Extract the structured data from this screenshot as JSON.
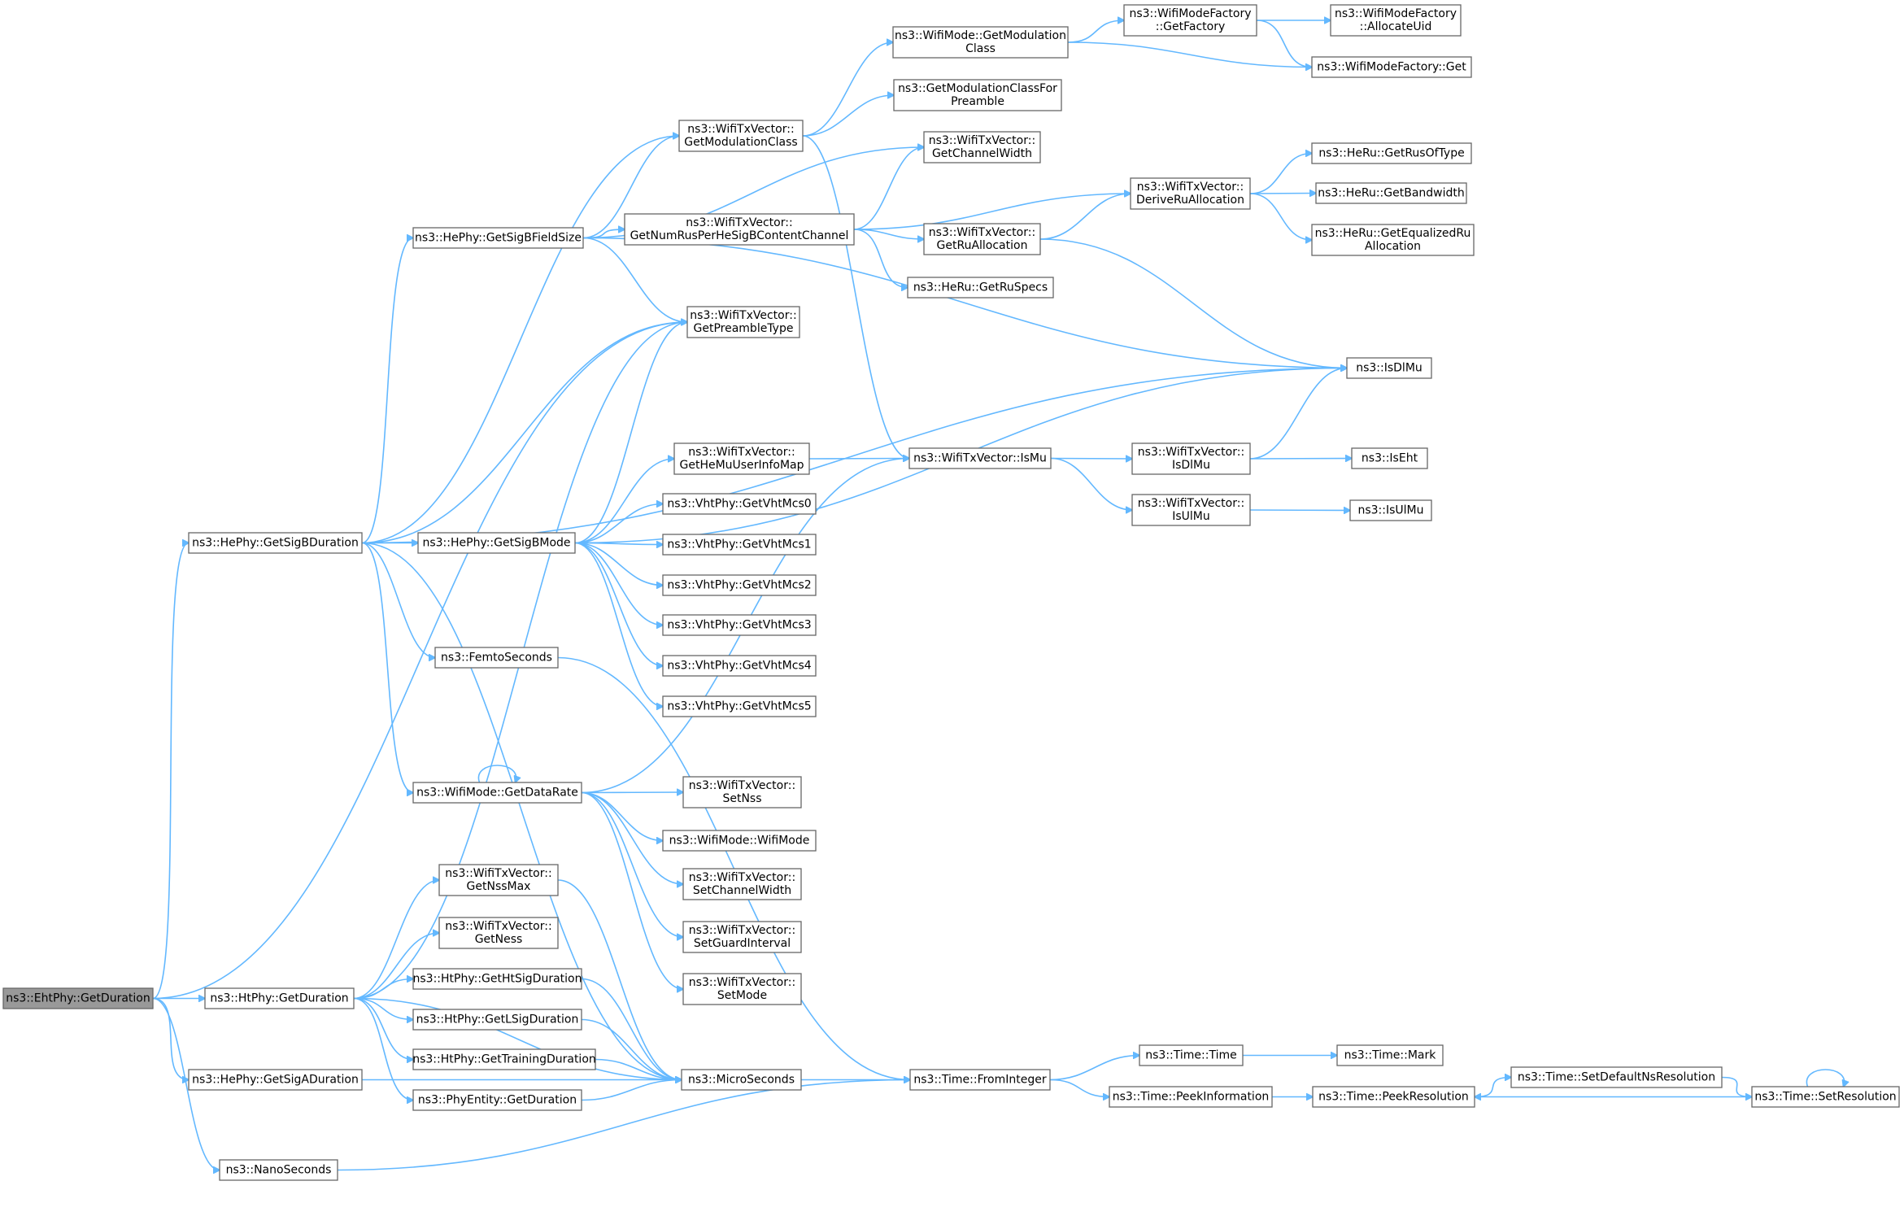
{
  "diagram": {
    "type": "call-graph",
    "root": "EhtGetDuration",
    "colors": {
      "edge": "#63b8ff",
      "node_border": "#666666",
      "root_fill": "#999999",
      "node_fill": "#ffffff"
    },
    "nodes": [
      {
        "id": "EhtGetDuration",
        "lines": [
          "ns3::EhtPhy::GetDuration"
        ]
      },
      {
        "id": "HeGetSigBDuration",
        "lines": [
          "ns3::HePhy::GetSigBDuration"
        ]
      },
      {
        "id": "HtGetDuration",
        "lines": [
          "ns3::HtPhy::GetDuration"
        ]
      },
      {
        "id": "HeGetSigADuration",
        "lines": [
          "ns3::HePhy::GetSigADuration"
        ]
      },
      {
        "id": "NanoSeconds",
        "lines": [
          "ns3::NanoSeconds"
        ]
      },
      {
        "id": "HeGetSigBFieldSize",
        "lines": [
          "ns3::HePhy::GetSigBFieldSize"
        ]
      },
      {
        "id": "HeGetSigBMode",
        "lines": [
          "ns3::HePhy::GetSigBMode"
        ]
      },
      {
        "id": "FemtoSeconds",
        "lines": [
          "ns3::FemtoSeconds"
        ]
      },
      {
        "id": "WifiModeGetDataRate",
        "lines": [
          "ns3::WifiMode::GetDataRate"
        ]
      },
      {
        "id": "TxGetNssMax",
        "lines": [
          "ns3::WifiTxVector::",
          "GetNssMax"
        ]
      },
      {
        "id": "TxGetNess",
        "lines": [
          "ns3::WifiTxVector::",
          "GetNess"
        ]
      },
      {
        "id": "HtGetHtSigDuration",
        "lines": [
          "ns3::HtPhy::GetHtSigDuration"
        ]
      },
      {
        "id": "HtGetLSigDuration",
        "lines": [
          "ns3::HtPhy::GetLSigDuration"
        ]
      },
      {
        "id": "HtGetTrainingDuration",
        "lines": [
          "ns3::HtPhy::GetTrainingDuration"
        ]
      },
      {
        "id": "PhyEntityGetDuration",
        "lines": [
          "ns3::PhyEntity::GetDuration"
        ]
      },
      {
        "id": "TxGetModulationClass",
        "lines": [
          "ns3::WifiTxVector::",
          "GetModulationClass"
        ]
      },
      {
        "id": "TxGetNumRus",
        "lines": [
          "ns3::WifiTxVector::",
          "GetNumRusPerHeSigBContentChannel"
        ]
      },
      {
        "id": "TxGetPreambleType",
        "lines": [
          "ns3::WifiTxVector::",
          "GetPreambleType"
        ]
      },
      {
        "id": "TxGetHeMuUserInfoMap",
        "lines": [
          "ns3::WifiTxVector::",
          "GetHeMuUserInfoMap"
        ]
      },
      {
        "id": "VhtMcs0",
        "lines": [
          "ns3::VhtPhy::GetVhtMcs0"
        ]
      },
      {
        "id": "VhtMcs1",
        "lines": [
          "ns3::VhtPhy::GetVhtMcs1"
        ]
      },
      {
        "id": "VhtMcs2",
        "lines": [
          "ns3::VhtPhy::GetVhtMcs2"
        ]
      },
      {
        "id": "VhtMcs3",
        "lines": [
          "ns3::VhtPhy::GetVhtMcs3"
        ]
      },
      {
        "id": "VhtMcs4",
        "lines": [
          "ns3::VhtPhy::GetVhtMcs4"
        ]
      },
      {
        "id": "VhtMcs5",
        "lines": [
          "ns3::VhtPhy::GetVhtMcs5"
        ]
      },
      {
        "id": "TxSetNss",
        "lines": [
          "ns3::WifiTxVector::",
          "SetNss"
        ]
      },
      {
        "id": "WifiModeWifiMode",
        "lines": [
          "ns3::WifiMode::WifiMode"
        ]
      },
      {
        "id": "TxSetChannelWidth",
        "lines": [
          "ns3::WifiTxVector::",
          "SetChannelWidth"
        ]
      },
      {
        "id": "TxSetGuardInterval",
        "lines": [
          "ns3::WifiTxVector::",
          "SetGuardInterval"
        ]
      },
      {
        "id": "TxSetMode",
        "lines": [
          "ns3::WifiTxVector::",
          "SetMode"
        ]
      },
      {
        "id": "MicroSeconds",
        "lines": [
          "ns3::MicroSeconds"
        ]
      },
      {
        "id": "WifiModeGetModClass",
        "lines": [
          "ns3::WifiMode::GetModulation",
          "Class"
        ]
      },
      {
        "id": "GetModClassForPreamble",
        "lines": [
          "ns3::GetModulationClassFor",
          "Preamble"
        ]
      },
      {
        "id": "TxGetChannelWidth",
        "lines": [
          "ns3::WifiTxVector::",
          "GetChannelWidth"
        ]
      },
      {
        "id": "TxGetRuAllocation",
        "lines": [
          "ns3::WifiTxVector::",
          "GetRuAllocation"
        ]
      },
      {
        "id": "HeRuGetRuSpecs",
        "lines": [
          "ns3::HeRu::GetRuSpecs"
        ]
      },
      {
        "id": "TxIsMu",
        "lines": [
          "ns3::WifiTxVector::IsMu"
        ]
      },
      {
        "id": "TimeFromInteger",
        "lines": [
          "ns3::Time::FromInteger"
        ]
      },
      {
        "id": "FactoryGetFactory",
        "lines": [
          "ns3::WifiModeFactory",
          "::GetFactory"
        ]
      },
      {
        "id": "TxDeriveRuAllocation",
        "lines": [
          "ns3::WifiTxVector::",
          "DeriveRuAllocation"
        ]
      },
      {
        "id": "TxIsDlMu",
        "lines": [
          "ns3::WifiTxVector::",
          "IsDlMu"
        ]
      },
      {
        "id": "TxIsUlMu",
        "lines": [
          "ns3::WifiTxVector::",
          "IsUlMu"
        ]
      },
      {
        "id": "TimeTime",
        "lines": [
          "ns3::Time::Time"
        ]
      },
      {
        "id": "TimePeekInformation",
        "lines": [
          "ns3::Time::PeekInformation"
        ]
      },
      {
        "id": "FactoryAllocateUid",
        "lines": [
          "ns3::WifiModeFactory",
          "::AllocateUid"
        ]
      },
      {
        "id": "FactoryGet",
        "lines": [
          "ns3::WifiModeFactory::Get"
        ]
      },
      {
        "id": "HeRuGetRusOfType",
        "lines": [
          "ns3::HeRu::GetRusOfType"
        ]
      },
      {
        "id": "HeRuGetBandwidth",
        "lines": [
          "ns3::HeRu::GetBandwidth"
        ]
      },
      {
        "id": "HeRuGetEqualizedRu",
        "lines": [
          "ns3::HeRu::GetEqualizedRu",
          "Allocation"
        ]
      },
      {
        "id": "IsDlMu",
        "lines": [
          "ns3::IsDlMu"
        ]
      },
      {
        "id": "IsEht",
        "lines": [
          "ns3::IsEht"
        ]
      },
      {
        "id": "IsUlMu",
        "lines": [
          "ns3::IsUlMu"
        ]
      },
      {
        "id": "TimeMark",
        "lines": [
          "ns3::Time::Mark"
        ]
      },
      {
        "id": "TimePeekResolution",
        "lines": [
          "ns3::Time::PeekResolution"
        ]
      },
      {
        "id": "TimeSetDefaultNsResolution",
        "lines": [
          "ns3::Time::SetDefaultNsResolution"
        ]
      },
      {
        "id": "TimeSetResolution",
        "lines": [
          "ns3::Time::SetResolution"
        ]
      }
    ],
    "edges": [
      [
        "EhtGetDuration",
        "HeGetSigBDuration"
      ],
      [
        "EhtGetDuration",
        "HtGetDuration"
      ],
      [
        "EhtGetDuration",
        "HeGetSigADuration"
      ],
      [
        "EhtGetDuration",
        "NanoSeconds"
      ],
      [
        "EhtGetDuration",
        "TxGetPreambleType"
      ],
      [
        "HeGetSigBDuration",
        "TxGetModulationClass"
      ],
      [
        "HeGetSigBDuration",
        "HeGetSigBFieldSize"
      ],
      [
        "HeGetSigBDuration",
        "TxGetPreambleType"
      ],
      [
        "HeGetSigBDuration",
        "IsDlMu"
      ],
      [
        "HeGetSigBDuration",
        "HeGetSigBMode"
      ],
      [
        "HeGetSigBDuration",
        "FemtoSeconds"
      ],
      [
        "HeGetSigBDuration",
        "WifiModeGetDataRate"
      ],
      [
        "HeGetSigBDuration",
        "MicroSeconds"
      ],
      [
        "HtGetDuration",
        "TxGetPreambleType"
      ],
      [
        "HtGetDuration",
        "TxGetNssMax"
      ],
      [
        "HtGetDuration",
        "TxGetNess"
      ],
      [
        "HtGetDuration",
        "HtGetHtSigDuration"
      ],
      [
        "HtGetDuration",
        "HtGetLSigDuration"
      ],
      [
        "HtGetDuration",
        "HtGetTrainingDuration"
      ],
      [
        "HtGetDuration",
        "PhyEntityGetDuration"
      ],
      [
        "HtGetDuration",
        "MicroSeconds"
      ],
      [
        "HeGetSigADuration",
        "MicroSeconds"
      ],
      [
        "NanoSeconds",
        "TimeFromInteger"
      ],
      [
        "HeGetSigBFieldSize",
        "TxGetModulationClass"
      ],
      [
        "HeGetSigBFieldSize",
        "TxGetChannelWidth"
      ],
      [
        "HeGetSigBFieldSize",
        "TxGetNumRus"
      ],
      [
        "HeGetSigBFieldSize",
        "TxGetPreambleType"
      ],
      [
        "HeGetSigBFieldSize",
        "IsDlMu"
      ],
      [
        "HeGetSigBMode",
        "TxGetPreambleType"
      ],
      [
        "HeGetSigBMode",
        "IsDlMu"
      ],
      [
        "HeGetSigBMode",
        "TxGetHeMuUserInfoMap"
      ],
      [
        "HeGetSigBMode",
        "VhtMcs0"
      ],
      [
        "HeGetSigBMode",
        "VhtMcs1"
      ],
      [
        "HeGetSigBMode",
        "VhtMcs2"
      ],
      [
        "HeGetSigBMode",
        "VhtMcs3"
      ],
      [
        "HeGetSigBMode",
        "VhtMcs4"
      ],
      [
        "HeGetSigBMode",
        "VhtMcs5"
      ],
      [
        "FemtoSeconds",
        "TimeFromInteger"
      ],
      [
        "WifiModeGetDataRate",
        "WifiModeGetDataRate"
      ],
      [
        "WifiModeGetDataRate",
        "TxSetNss"
      ],
      [
        "WifiModeGetDataRate",
        "WifiModeWifiMode"
      ],
      [
        "WifiModeGetDataRate",
        "TxSetChannelWidth"
      ],
      [
        "WifiModeGetDataRate",
        "TxSetGuardInterval"
      ],
      [
        "WifiModeGetDataRate",
        "TxSetMode"
      ],
      [
        "WifiModeGetDataRate",
        "TxIsMu"
      ],
      [
        "TxGetNssMax",
        "MicroSeconds"
      ],
      [
        "HtGetHtSigDuration",
        "MicroSeconds"
      ],
      [
        "HtGetLSigDuration",
        "MicroSeconds"
      ],
      [
        "HtGetTrainingDuration",
        "MicroSeconds"
      ],
      [
        "PhyEntityGetDuration",
        "MicroSeconds"
      ],
      [
        "MicroSeconds",
        "TimeFromInteger"
      ],
      [
        "TxGetModulationClass",
        "WifiModeGetModClass"
      ],
      [
        "TxGetModulationClass",
        "GetModClassForPreamble"
      ],
      [
        "TxGetModulationClass",
        "TxIsMu"
      ],
      [
        "TxGetNumRus",
        "TxGetChannelWidth"
      ],
      [
        "TxGetNumRus",
        "TxDeriveRuAllocation"
      ],
      [
        "TxGetNumRus",
        "TxGetRuAllocation"
      ],
      [
        "TxGetNumRus",
        "HeRuGetRuSpecs"
      ],
      [
        "TxGetHeMuUserInfoMap",
        "TxIsMu"
      ],
      [
        "WifiModeGetModClass",
        "FactoryGetFactory"
      ],
      [
        "WifiModeGetModClass",
        "FactoryGet"
      ],
      [
        "FactoryGetFactory",
        "FactoryAllocateUid"
      ],
      [
        "FactoryGetFactory",
        "FactoryGet"
      ],
      [
        "TxGetRuAllocation",
        "TxDeriveRuAllocation"
      ],
      [
        "TxGetRuAllocation",
        "IsDlMu"
      ],
      [
        "TxDeriveRuAllocation",
        "HeRuGetRusOfType"
      ],
      [
        "TxDeriveRuAllocation",
        "HeRuGetBandwidth"
      ],
      [
        "TxDeriveRuAllocation",
        "HeRuGetEqualizedRu"
      ],
      [
        "TxIsMu",
        "TxIsDlMu"
      ],
      [
        "TxIsMu",
        "TxIsUlMu"
      ],
      [
        "TxIsDlMu",
        "IsDlMu"
      ],
      [
        "TxIsDlMu",
        "IsEht"
      ],
      [
        "TxIsUlMu",
        "IsUlMu"
      ],
      [
        "TimeFromInteger",
        "TimeTime"
      ],
      [
        "TimeFromInteger",
        "TimePeekInformation"
      ],
      [
        "TimeTime",
        "TimeMark"
      ],
      [
        "TimePeekInformation",
        "TimePeekResolution"
      ],
      [
        "TimePeekResolution",
        "TimeSetDefaultNsResolution"
      ],
      [
        "TimeSetDefaultNsResolution",
        "TimeSetResolution"
      ],
      [
        "TimeSetResolution",
        "TimePeekResolution"
      ],
      [
        "TimeSetResolution",
        "TimeSetResolution"
      ]
    ]
  }
}
